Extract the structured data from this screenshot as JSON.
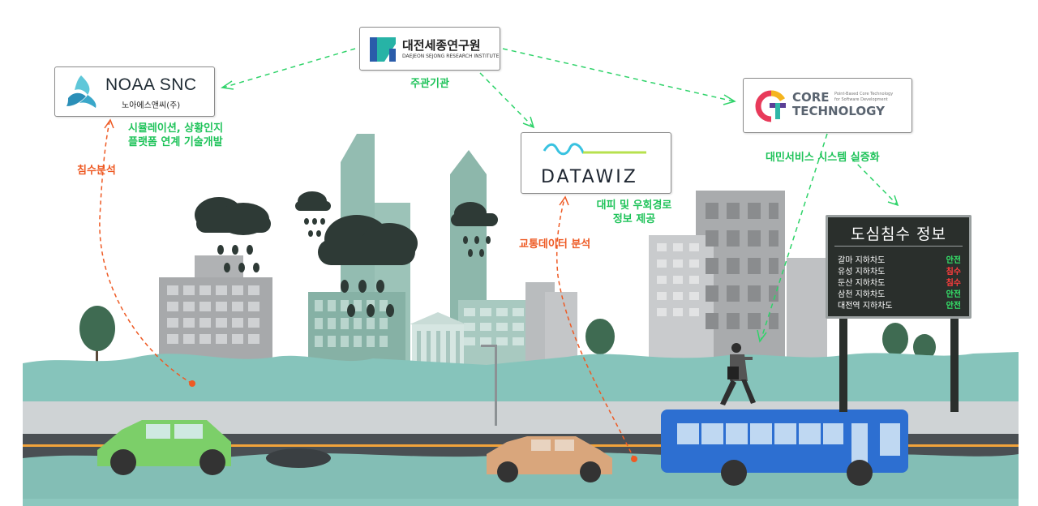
{
  "org_main": {
    "name_ko": "대전세종연구원",
    "name_en": "DAEJEON SEJONG RESEARCH INSTITUTE",
    "role": "주관기관"
  },
  "org_noaa": {
    "name_en": "NOAA SNC",
    "name_ko": "노아에스앤씨(주)",
    "task": [
      "시뮬레이션, 상황인지",
      "플랫폼 연계 기술개발"
    ]
  },
  "org_datawiz": {
    "name": "DATAWIZ",
    "task": [
      "대피 및 우회경로",
      "정보 제공"
    ]
  },
  "org_core": {
    "name_line1": "CORE",
    "name_line2": "TECHNOLOGY",
    "tagline_line1": "Point-Based Core Technology",
    "tagline_line2": "for Software Development",
    "task": "대민서비스 시스템 실증화"
  },
  "analysis_labels": {
    "flood": "침수분석",
    "traffic": "교통데이터 분석"
  },
  "info_board": {
    "title": "도심침수 정보",
    "rows": [
      {
        "place": "갈마 지하차도",
        "status": "안전",
        "state": "safe"
      },
      {
        "place": "유성 지하차도",
        "status": "침수",
        "state": "flood"
      },
      {
        "place": "둔산 지하차도",
        "status": "침수",
        "state": "flood"
      },
      {
        "place": "삼천 지하차도",
        "status": "안전",
        "state": "safe"
      },
      {
        "place": "대전역 지하차도",
        "status": "안전",
        "state": "safe"
      }
    ]
  },
  "colors": {
    "arrow_green": "#2fd36a",
    "label_green": "#1fc35a",
    "analysis_orange": "#ee5a24",
    "status_safe": "#35e36a",
    "status_flood": "#ff3d3d",
    "water": "#86c4bb",
    "building_teal": "#8fb8ad",
    "building_gray": "#aeb0b2",
    "cloud": "#2e3a36",
    "car_green": "#7ccf69",
    "car_tan": "#d9a67c",
    "bus_blue": "#2d6fd1"
  },
  "icons": [
    "noaa-swirl-logo-icon",
    "daejeon-sejong-logo-icon",
    "datawiz-wave-logo-icon",
    "core-technology-logo-icon",
    "rain-cloud-icon",
    "tree-icon",
    "pedestrian-icon"
  ]
}
